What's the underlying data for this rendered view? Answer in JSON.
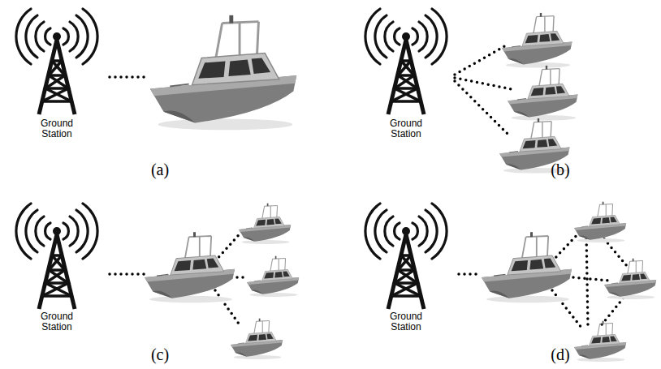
{
  "diagram": {
    "labels": [
      "Ground Station",
      "(a)",
      "Ground Station",
      "(b)",
      "Ground Station",
      "(c)",
      "Ground Station",
      "(d)"
    ]
  }
}
